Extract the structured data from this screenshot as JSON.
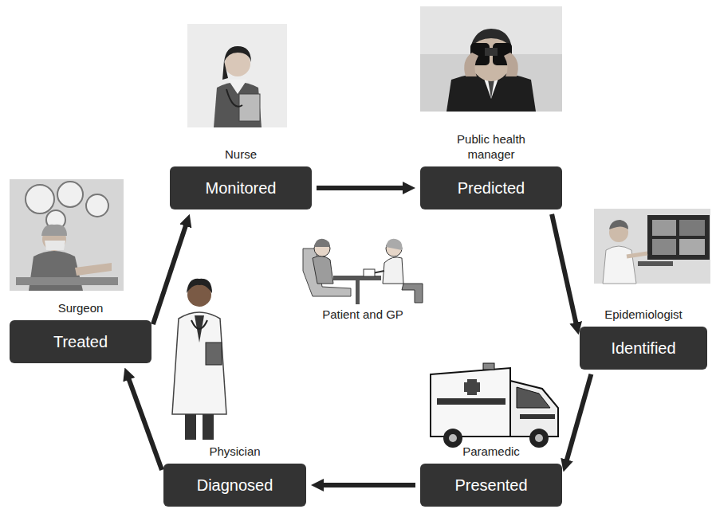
{
  "diagram": {
    "nodes": [
      {
        "text": [
          "Nurse",
          "Monitored"
        ]
      },
      {
        "text": [
          "Public health manager",
          "Predicted"
        ]
      },
      {
        "text": [
          "Epidemiologist",
          "Identified"
        ]
      },
      {
        "text": [
          "Paramedic",
          "Presented"
        ]
      },
      {
        "text": [
          "Physician",
          "Diagnosed"
        ]
      },
      {
        "text": [
          "Surgeon",
          "Treated"
        ]
      }
    ],
    "edges": [
      {
        "from": 0,
        "to": 1,
        "arrow": "to"
      },
      {
        "from": 1,
        "to": 2,
        "arrow": "to"
      },
      {
        "from": 2,
        "to": 3,
        "arrow": "to"
      },
      {
        "from": 3,
        "to": 4,
        "arrow": "to"
      },
      {
        "from": 4,
        "to": 5,
        "arrow": "to"
      },
      {
        "from": 5,
        "to": 0,
        "arrow": "to"
      }
    ],
    "labels": [
      "Patient and GP"
    ]
  }
}
